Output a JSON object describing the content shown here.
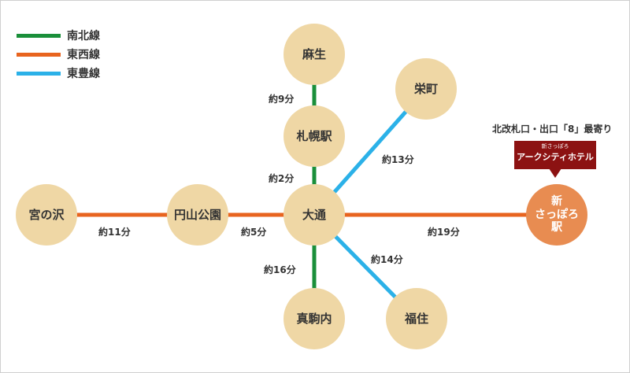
{
  "legend": [
    {
      "label": "南北線",
      "color": "#1a8f3a"
    },
    {
      "label": "東西線",
      "color": "#e8641f"
    },
    {
      "label": "東豊線",
      "color": "#2bb1e8"
    }
  ],
  "stations": {
    "asabu": "麻生",
    "sakaemachi": "栄町",
    "sapporo": "札幌駅",
    "odori": "大通",
    "miyanosawa": "宮の沢",
    "maruyama": "円山公園",
    "makomanai": "真駒内",
    "fukuzumi": "福住",
    "shin_sapporo": "新\nさっぽろ\n駅"
  },
  "times": {
    "asabu_sapporo": "約9分",
    "sapporo_odori": "約2分",
    "sakaemachi_odori": "約13分",
    "miyanosawa_maruyama": "約11分",
    "maruyama_odori": "約5分",
    "odori_shin_sapporo": "約19分",
    "odori_makomanai": "約16分",
    "odori_fukuzumi": "約14分"
  },
  "hotel": {
    "exit_note": "北改札口・出口「8」最寄り",
    "small_text": "新さっぽろ",
    "name": "アークシティホテル"
  },
  "colors": {
    "station_fill": "#efd7a5",
    "destination_fill": "#e88c51",
    "hotel_sign": "#8c1212"
  }
}
